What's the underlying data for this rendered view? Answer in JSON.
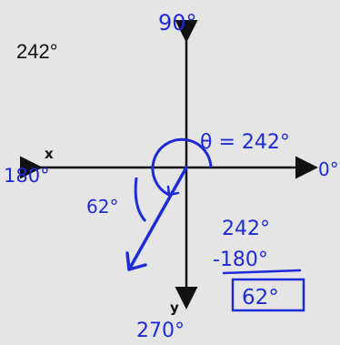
{
  "title": "242°",
  "axes": {
    "x_letter": "x",
    "y_letter": "y",
    "label_right": "0°",
    "label_top": "90°",
    "label_left": "180°",
    "label_bottom": "270°"
  },
  "annotations": {
    "theta": "θ = 242°",
    "reference_angle": "62°"
  },
  "calculation": {
    "line1": "242°",
    "line2": "-180°",
    "result": "62°"
  },
  "colors": {
    "ink": "#1f2bd6",
    "axes": "#111111",
    "background": "#e5e5e5"
  }
}
